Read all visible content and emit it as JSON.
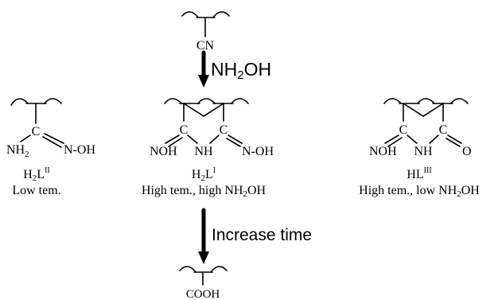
{
  "start": {
    "group": "CN"
  },
  "step1": {
    "reagent_main": "NH",
    "reagent_sub": "2",
    "reagent_tail": "OH"
  },
  "step2": {
    "label": "Increase time"
  },
  "product_end": {
    "group": "COOH"
  },
  "structures": {
    "left": {
      "name_main": "H",
      "name_sub": "2",
      "name_l": "L",
      "name_sup": "II",
      "condition": "Low tem.",
      "atoms": {
        "c": "C",
        "nh2": "NH",
        "nh2_sub": "2",
        "noh": "N-OH"
      }
    },
    "center": {
      "name_main": "H",
      "name_sub": "2",
      "name_l": "L",
      "name_sup": "I",
      "condition_a": "High tem., high NH",
      "condition_sub": "2",
      "condition_b": "OH",
      "atoms": {
        "c1": "C",
        "c2": "C",
        "noh_left": "NOH",
        "nh": "NH",
        "noh_right": "N-OH"
      }
    },
    "right": {
      "name_main": "HL",
      "name_sup": "III",
      "condition_a": "High tem., low NH",
      "condition_sub": "2",
      "condition_b": "OH",
      "atoms": {
        "c1": "C",
        "c2": "C",
        "noh": "NOH",
        "nh": "NH",
        "o": "O"
      }
    }
  }
}
